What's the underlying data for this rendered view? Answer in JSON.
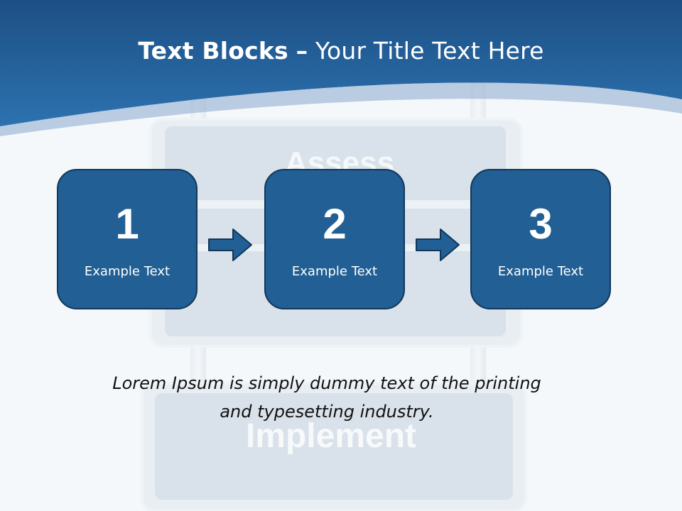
{
  "slide": {
    "title_bold": "Text Blocks",
    "title_dash": "–",
    "title_rest": "Your Title Text Here"
  },
  "background": {
    "sign_top": "Assess",
    "sign_bottom": "Implement"
  },
  "blocks": [
    {
      "number": "1",
      "label": "Example Text"
    },
    {
      "number": "2",
      "label": "Example Text"
    },
    {
      "number": "3",
      "label": "Example Text"
    }
  ],
  "body_text": {
    "line1": "Lorem Ipsum is simply dummy text of the printing",
    "line2": "and typesetting industry."
  },
  "colors": {
    "header_blue": "#2a6aa6",
    "block_fill": "#215f94",
    "block_border": "#12375a",
    "sign_fill": "#c5d1df"
  }
}
